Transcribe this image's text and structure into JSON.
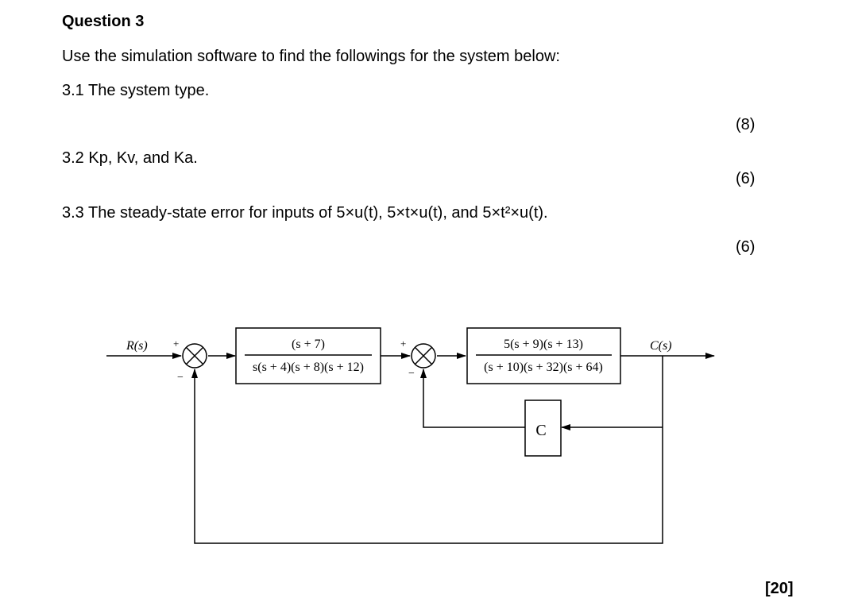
{
  "question": {
    "title": "Question 3",
    "intro": "Use the simulation software to find the followings for the system below:",
    "parts": [
      {
        "text": "3.1 The system type.",
        "marks": "(8)"
      },
      {
        "text": "3.2 Kp, Kv, and Ka.",
        "marks": "(6)"
      },
      {
        "text": "3.3 The steady-state error for inputs of 5×u(t), 5×t×u(t), and 5×t²×u(t).",
        "marks": "(6)"
      }
    ],
    "total": "[20]"
  },
  "diagram": {
    "input_label": "R(s)",
    "output_label": "C(s)",
    "sum1_plus": "+",
    "sum1_minus": "−",
    "sum2_plus": "+",
    "sum2_minus": "−",
    "block1": {
      "numerator": "(s + 7)",
      "denominator": "s(s + 4)(s + 8)(s + 12)"
    },
    "block2": {
      "numerator": "5(s + 9)(s + 13)",
      "denominator": "(s + 10)(s + 32)(s + 64)"
    },
    "feedback_block": "C"
  }
}
